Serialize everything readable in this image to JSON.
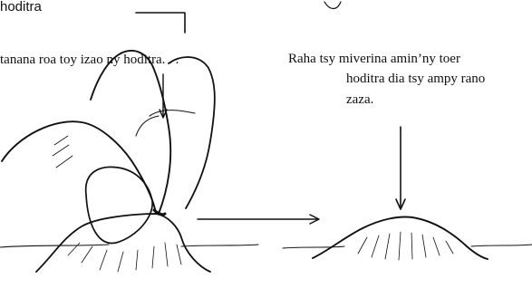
{
  "labels": {
    "top_left": "hoditra",
    "left_caption": "tanana roa toy izao ny hoditra. . .",
    "right_caption_line1": "Raha tsy miverina amin’ny toer",
    "right_caption_line2": "hoditra dia tsy ampy rano",
    "right_caption_line3": "zaza."
  },
  "colors": {
    "ink": "#111111",
    "background": "#ffffff"
  }
}
